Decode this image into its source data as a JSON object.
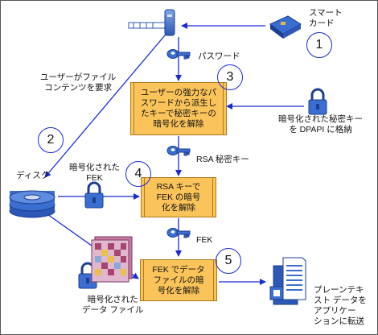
{
  "labels": {
    "smartcard": "スマート\nカード",
    "password": "パスワード",
    "user_request": "ユーザーがファイル\nコンテンツを要求",
    "dpapi": "暗号化された秘密キー\nを DPAPI に格納",
    "disk": "ディスク",
    "encrypted_fek": "暗号化された\nFEK",
    "rsa_private_key": "RSA 秘密キー",
    "fek": "FEK",
    "encrypted_data_file": "暗号化された\nデータ ファイル",
    "plaintext": "プレーンテキ\nスト データを\nアプリケー\nションに転送"
  },
  "boxes": {
    "step3": "ユーザーの強力なパ\nスワードから派生し\nたキーで秘密キーの\n暗号化を解除",
    "step4": "RSA キーで\nFEK の暗号\n化を解除",
    "step5": "FEK でデータ\nファイルの暗\n号化を解除"
  },
  "steps": [
    "1",
    "2",
    "3",
    "4",
    "5"
  ],
  "colors": {
    "box_fill": "#fbc45a",
    "arrow": "#1a2bd6",
    "circle": "#1a2bd6",
    "icon_blue": "#3b6ed1"
  }
}
